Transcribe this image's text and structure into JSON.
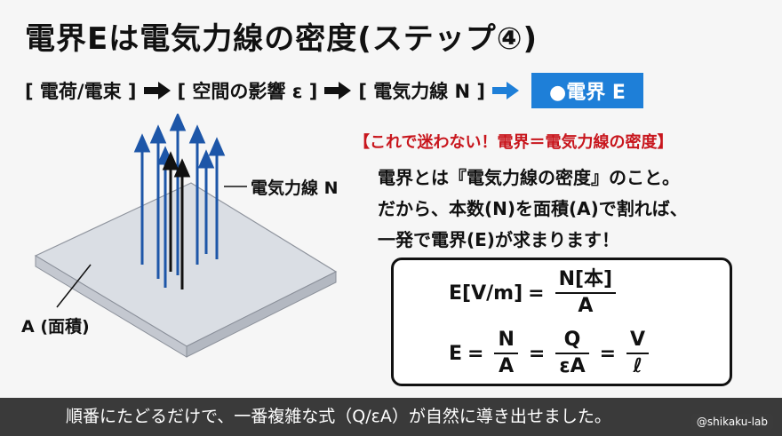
{
  "title": "電界Eは電気力線の密度(ステップ④)",
  "flow": {
    "step1": "[ 電荷/電束 ]",
    "step2": "[ 空間の影響 ε ]",
    "step3": "[ 電気力線 N ]",
    "result": "●電界 E"
  },
  "diagram": {
    "lines_label": "電気力線 N",
    "area_label": "A (面積)"
  },
  "red_heading": "【これで迷わない！電界＝電気力線の密度】",
  "description": {
    "line1": "電界とは『電気力線の密度』のこと。",
    "line2": "だから、本数(N)を面積(A)で割れば、",
    "line3": "一発で電界(E)が求まります！"
  },
  "formula1": {
    "lhs": "E[V/m]",
    "eq": "=",
    "num": "N[本]",
    "den": "A"
  },
  "formula2": {
    "lhs": "E",
    "eq": "=",
    "f1_num": "N",
    "f1_den": "A",
    "f2_num": "Q",
    "f2_den": "εA",
    "f3_num": "V",
    "f3_den": "ℓ"
  },
  "subtitle": "順番にたどるだけで、一番複雑な式（Q/εA）が自然に導き出せました。",
  "watermark": "@shikaku-lab",
  "colors": {
    "accent_blue": "#1e7fd8",
    "red": "#c8161d",
    "line_blue": "#1d56a8"
  }
}
